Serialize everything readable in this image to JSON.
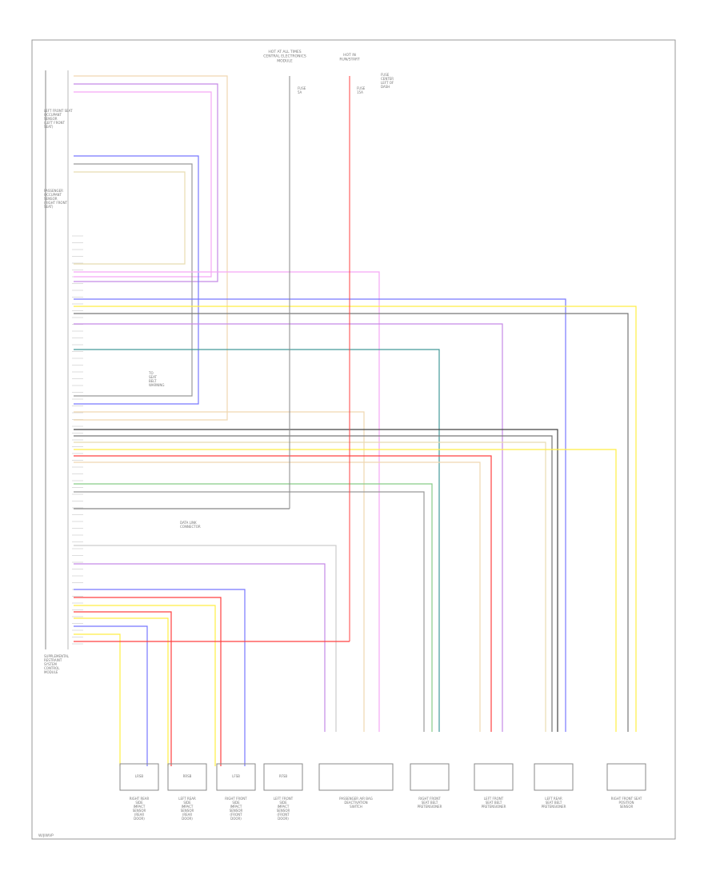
{
  "header": {
    "center_block": "HOT AT ALL TIMES\nCENTRAL ELECTRONICS\nMODULE",
    "center_fuse": "FUSE\n5A",
    "right_block": "HOT IN\nRUN/START",
    "right_fuse": "FUSE\n15A",
    "right_note": "FUSE\nCENTER\nLEFT OF\nDASH"
  },
  "left_labels": {
    "top_block": "LEFT FRONT SEAT\nOCCUPANT\nSENSOR\n(LEFT FRONT\nSEAT)",
    "mid_block": "PASSENGER\nOCCUPANT\nSENSOR\n(RIGHT FRONT\nSEAT)",
    "module": "SUPPLEMENTAL\nRESTRAINT\nSYSTEM\nCONTROL\nMODULE",
    "note_small": "TO\nSEAT\nBELT\nWARNING",
    "note_right": "DATA LINK\nCONNECTOR"
  },
  "components": [
    {
      "code": "LRSB",
      "label": "RIGHT REAR\nSIDE\nIMPACT\nSENSOR\n(REAR\nDOOR)"
    },
    {
      "code": "RRSB",
      "label": "LEFT REAR\nSIDE\nIMPACT\nSENSOR\n(REAR\nDOOR)"
    },
    {
      "code": "LFSB",
      "label": "RIGHT FRONT\nSIDE\nIMPACT\nSENSOR\n(FRONT\nDOOR)"
    },
    {
      "code": "RFSB",
      "label": "LEFT FRONT\nSIDE\nIMPACT\nSENSOR\n(FRONT\nDOOR)"
    },
    {
      "code": "",
      "label": "PASSENGER AIR BAG\nDEACTIVATION\nSWITCH"
    },
    {
      "code": "",
      "label": "RIGHT FRONT\nSEAT BELT\nPRETENSIONER"
    },
    {
      "code": "",
      "label": "LEFT FRONT\nSEAT BELT\nPRETENSIONER"
    },
    {
      "code": "",
      "label": "LEFT REAR\nSEAT BELT\nPRETENSIONER"
    },
    {
      "code": "",
      "label": "RIGHT FRONT SEAT\nPOSITION\nSENSOR"
    }
  ],
  "footer": "W/JIWVP",
  "colors": {
    "wire_orange": "#f0d7b0",
    "wire_purple": "#c58ae6",
    "wire_pink": "#f5a8f5",
    "wire_blue": "#7777ff",
    "wire_tan": "#e8dcb0",
    "wire_red": "#ff4040",
    "wire_yellow": "#ffee44",
    "wire_green": "#88cc88",
    "wire_grey": "#aaaaaa"
  }
}
